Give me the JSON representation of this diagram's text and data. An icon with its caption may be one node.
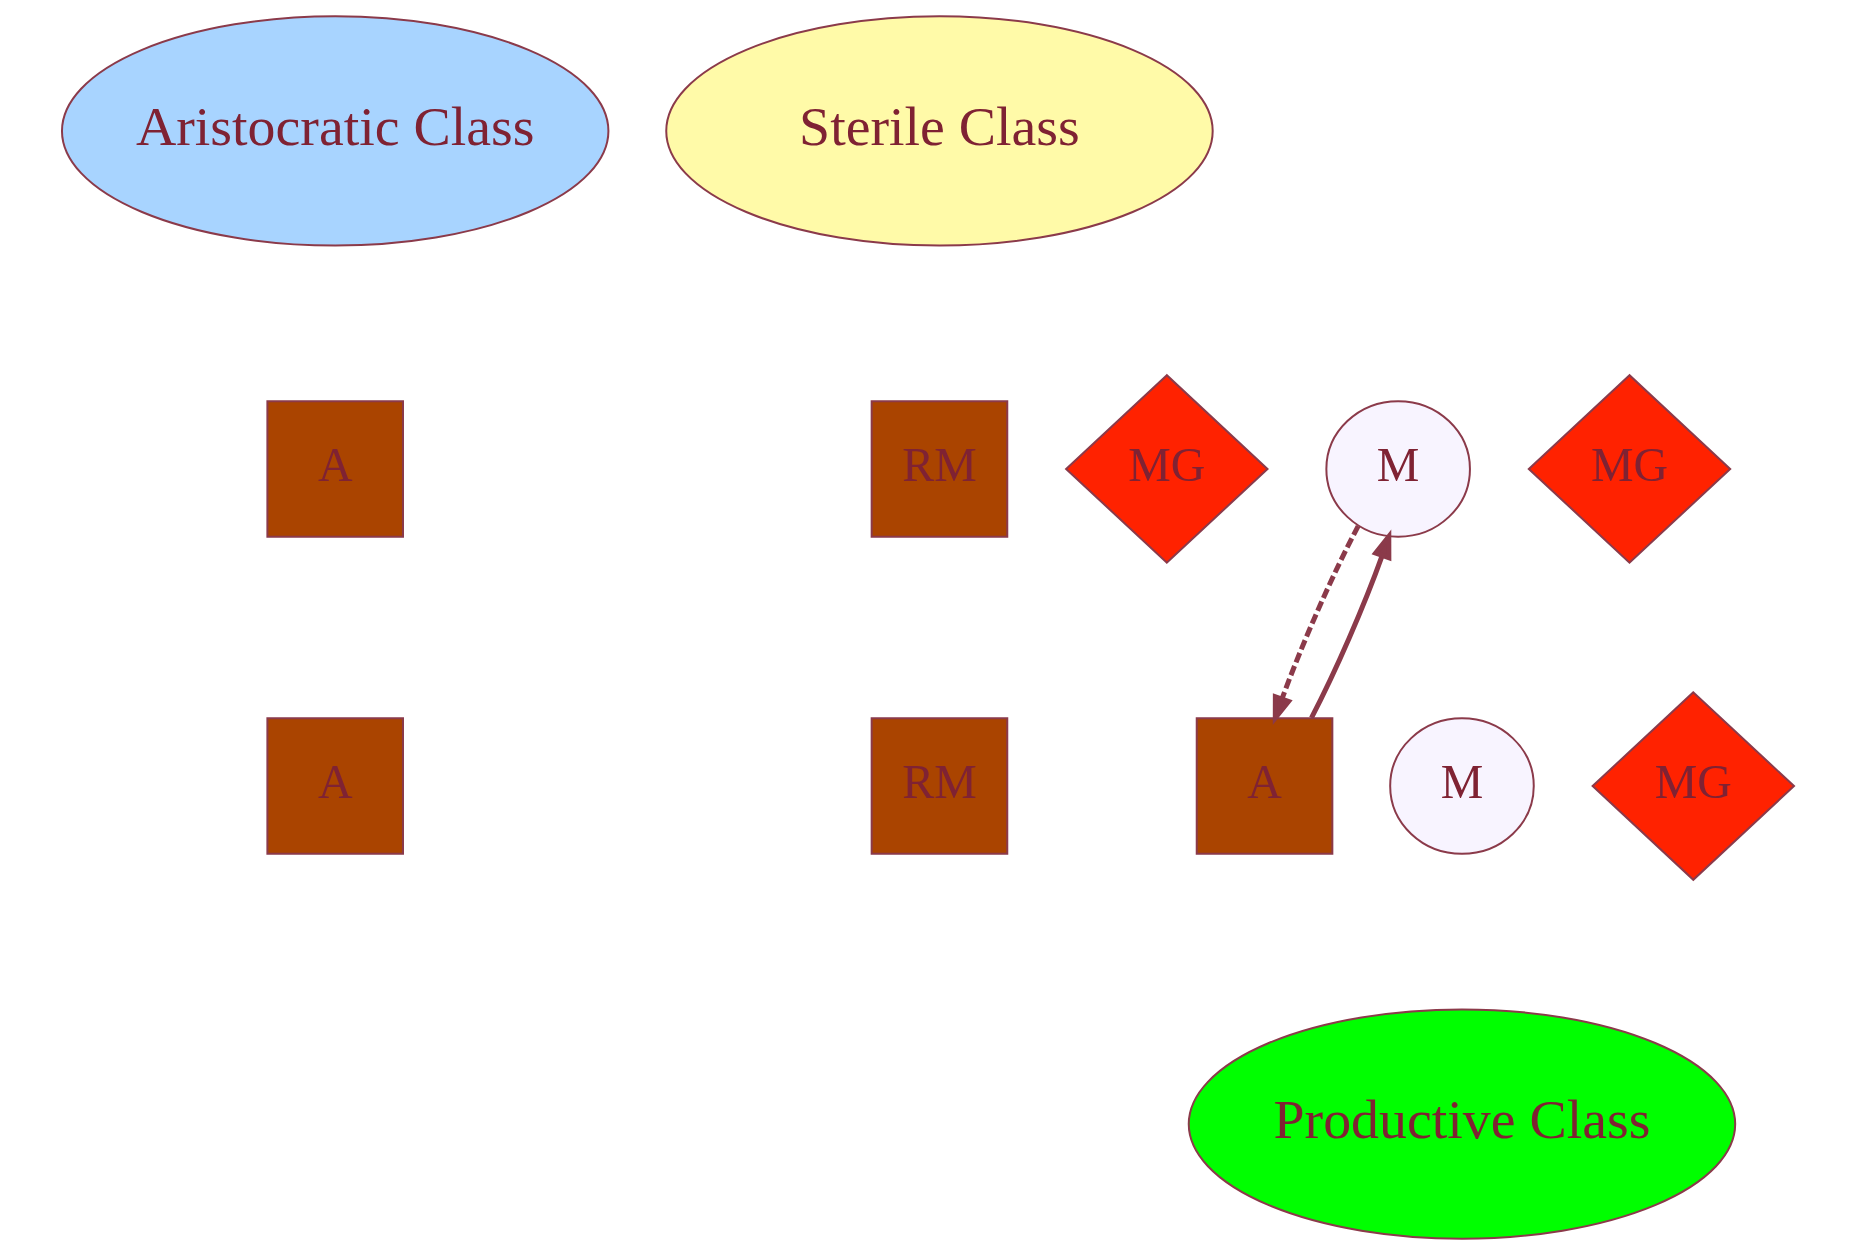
{
  "diagram": {
    "nodes": [
      {
        "text": [
          "Aristocratic Class"
        ]
      },
      {
        "text": [
          "Sterile Class"
        ]
      },
      {
        "text": [
          "A"
        ]
      },
      {
        "text": [
          "MG"
        ]
      },
      {
        "text": [
          "M"
        ]
      },
      {
        "text": [
          "RM"
        ]
      },
      {
        "text": [
          "MG"
        ]
      },
      {
        "text": [
          "A"
        ]
      },
      {
        "text": [
          "A"
        ]
      },
      {
        "text": [
          "M"
        ]
      },
      {
        "text": [
          "RM"
        ]
      },
      {
        "text": [
          "MG"
        ]
      },
      {
        "text": [
          "Productive Class"
        ]
      }
    ],
    "edges": [
      {
        "from": 4,
        "to": 8,
        "arrow": "to",
        "style": "dashed"
      },
      {
        "from": 8,
        "to": 4,
        "arrow": "to"
      }
    ]
  }
}
